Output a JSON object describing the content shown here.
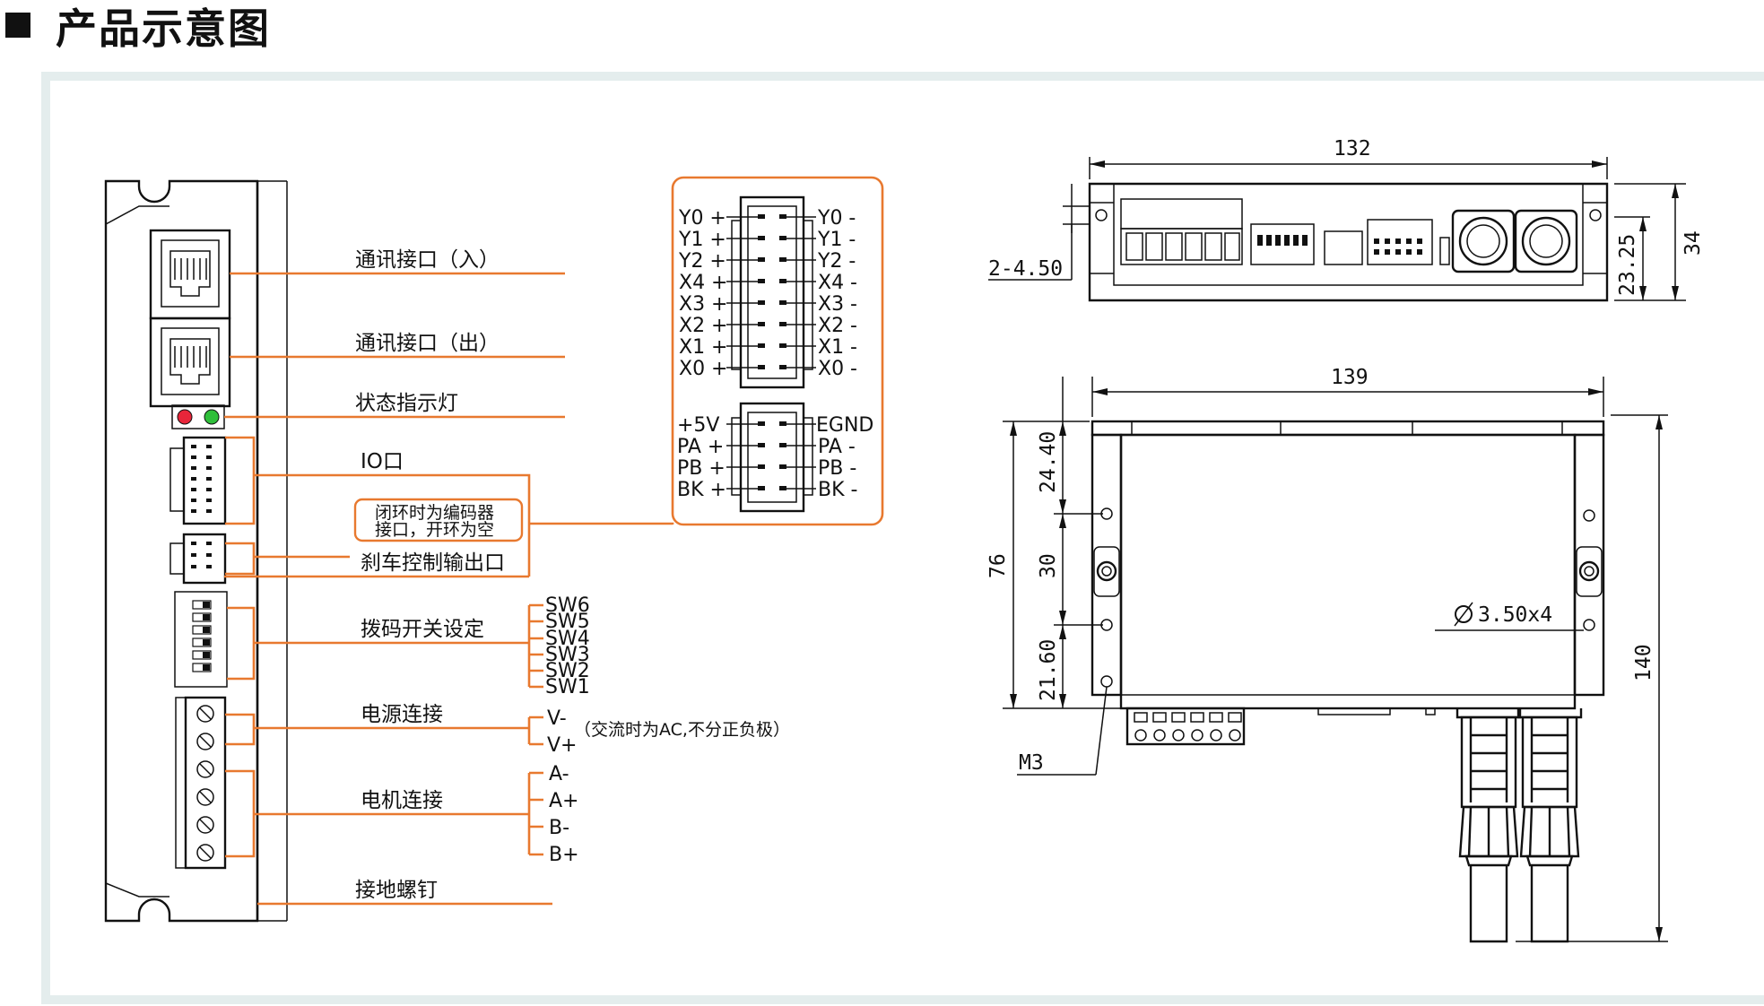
{
  "page": {
    "title": "产品示意图"
  },
  "callouts": {
    "comm_in": "通讯接口（入）",
    "comm_out": "通讯接口（出）",
    "status_led": "状态指示灯",
    "io_port": "IO口",
    "encoder_note_line1": "闭环时为编码器",
    "encoder_note_line2": "接口，开环为空",
    "brake_out": "刹车控制输出口",
    "dip_switch": "拨码开关设定",
    "power": "电源连接",
    "motor": "电机连接",
    "ground": "接地螺钉",
    "ac_note": "（交流时为AC,不分正负极）"
  },
  "switches": [
    "SW6",
    "SW5",
    "SW4",
    "SW3",
    "SW2",
    "SW1"
  ],
  "power_pins": [
    "V-",
    "V+"
  ],
  "motor_pins": [
    "A-",
    "A+",
    "B-",
    "B+"
  ],
  "io_pins": {
    "left": [
      "Y0 +",
      "Y1 +",
      "Y2 +",
      "X4 +",
      "X3 +",
      "X2 +",
      "X1 +",
      "X0 +"
    ],
    "right": [
      "Y0 -",
      "Y1 -",
      "Y2 -",
      "X4 -",
      "X3 -",
      "X2 -",
      "X1 -",
      "X0 -"
    ]
  },
  "encoder_pins": {
    "left": [
      "+5V",
      "PA +",
      "PB +",
      "BK +"
    ],
    "right": [
      "EGND",
      "PA -",
      "PB -",
      "BK -"
    ]
  },
  "dimensions": {
    "top_width": "132",
    "hole_spec": "2-4.50",
    "height_inner": "23.25",
    "height_total": "34",
    "bottom_width": "139",
    "seg1": "24.40",
    "seg2": "30",
    "seg3": "21.60",
    "mount_pitch": "76",
    "total_length": "140",
    "hole_diameter": "3.50x4",
    "screw": "M3"
  },
  "colors": {
    "accent": "#e8792f",
    "led_red": "#e8263a",
    "led_green": "#2fbf3a",
    "frame": "#e4eded"
  }
}
